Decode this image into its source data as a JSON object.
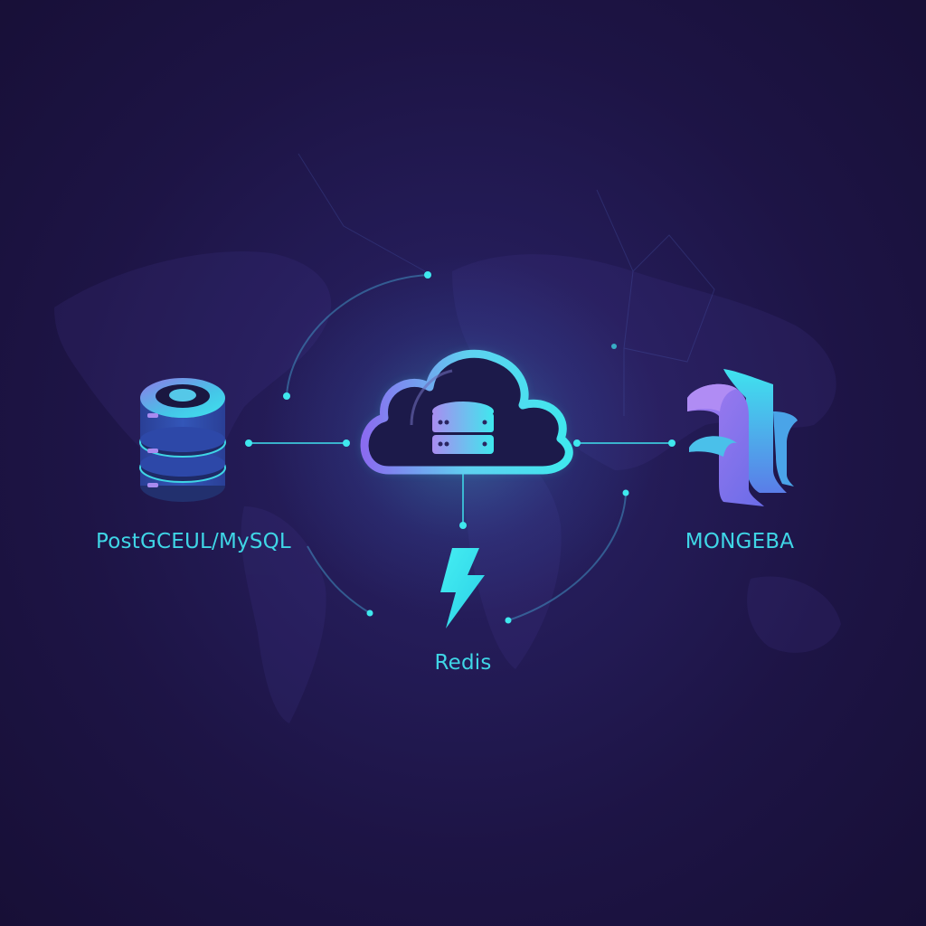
{
  "diagram": {
    "nodes": [
      {
        "id": "relational",
        "label": "PostGCEUL/MySQL",
        "icon": "database-stack-icon"
      },
      {
        "id": "cloud",
        "label": "",
        "icon": "cloud-database-icon"
      },
      {
        "id": "document",
        "label": "MONGEBA",
        "icon": "document-scroll-icon"
      },
      {
        "id": "cache",
        "label": "Redis",
        "icon": "lightning-bolt-icon"
      }
    ],
    "edges": [
      {
        "from": "relational",
        "to": "cloud"
      },
      {
        "from": "cloud",
        "to": "document"
      },
      {
        "from": "cloud",
        "to": "cache"
      }
    ],
    "colors": {
      "background": "#1d1445",
      "accent_cyan": "#3fe3ee",
      "accent_purple": "#8a5cf0",
      "label": "#3fd6e6",
      "db_blue": "#2c4fa8"
    }
  }
}
